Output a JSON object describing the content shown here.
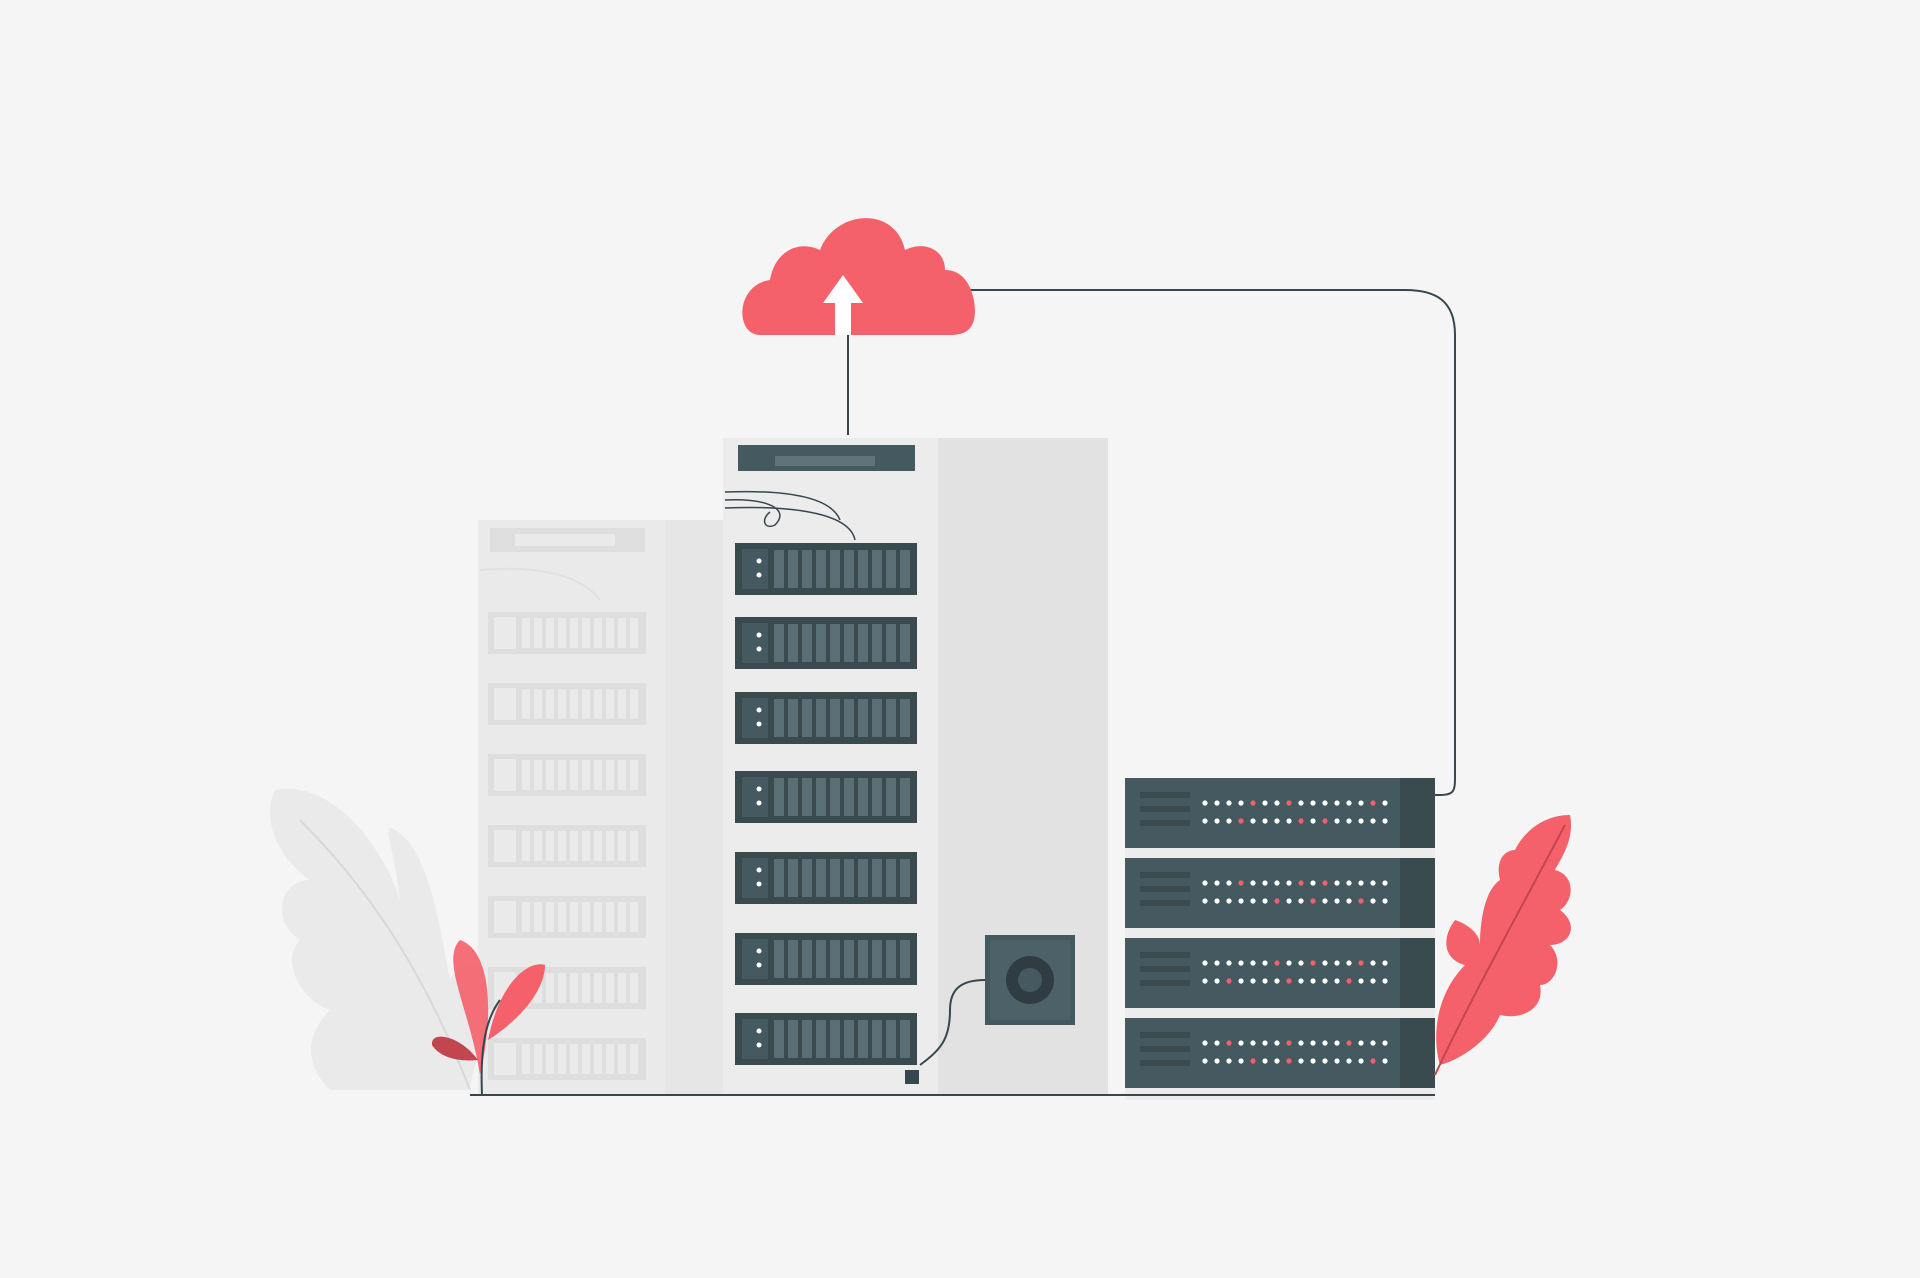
{
  "illustration": {
    "subject": "cloud-upload-server-racks",
    "colors": {
      "background": "#f5f5f5",
      "accent": "#f4616a",
      "accent_dark": "#c24650",
      "server_dark": "#455a60",
      "server_darker": "#3a4b50",
      "tower_light": "#ececec",
      "tower_side": "#e2e2e2",
      "faded": "#eaeaea",
      "faded_dark": "#dedede",
      "line": "#37474f",
      "led_white": "#ffffff",
      "led_red": "#f4616a"
    },
    "icons": [
      "cloud-upload-icon",
      "arrow-up-icon",
      "fan-icon",
      "leaf-icon"
    ],
    "tower_drive_count": 7,
    "faded_tower_drive_count": 7,
    "stack_unit_count": 4
  }
}
